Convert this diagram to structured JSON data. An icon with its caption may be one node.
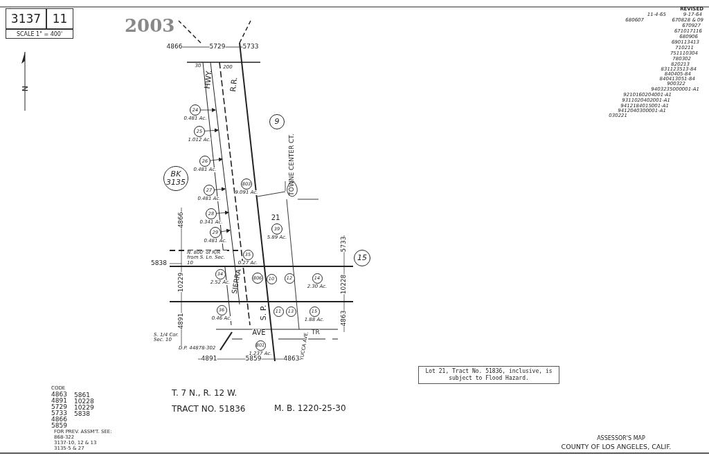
{
  "diagram": {
    "nodes": [
      {
        "text": [
          "24"
        ],
        "beside": [
          "0.481 Ac."
        ]
      },
      {
        "text": [
          "9"
        ]
      },
      {
        "text": [
          "25"
        ],
        "beside": [
          "1.012 Ac."
        ]
      },
      {
        "text": [
          "26"
        ],
        "beside": [
          "0.481 Ac."
        ]
      },
      {
        "text": [
          "BK 3135"
        ]
      },
      {
        "text": [
          "27"
        ],
        "beside": [
          "0.481 Ac."
        ]
      },
      {
        "text": [
          "803"
        ],
        "beside": [
          "9.091 Ac."
        ]
      },
      {
        "text": [
          "28"
        ],
        "beside": [
          "0.341 Ac."
        ]
      },
      {
        "text": [
          "39"
        ],
        "beside": [
          "5.89 Ac."
        ]
      },
      {
        "text": [
          "29"
        ],
        "beside": [
          "0.481 Ac."
        ]
      },
      {
        "text": [
          "35"
        ],
        "beside": [
          "0.27 Ac."
        ]
      },
      {
        "text": [
          "15"
        ]
      },
      {
        "text": [
          "34"
        ],
        "beside": [
          "2.52 Ac."
        ]
      },
      {
        "text": [
          "806"
        ]
      },
      {
        "text": [
          "10"
        ]
      },
      {
        "text": [
          "12"
        ]
      },
      {
        "text": [
          "14"
        ],
        "beside": [
          "2.30 Ac."
        ]
      },
      {
        "text": [
          "36"
        ],
        "beside": [
          "0.46 Ac."
        ]
      },
      {
        "text": [
          "11"
        ]
      },
      {
        "text": [
          "13"
        ]
      },
      {
        "text": [
          "15"
        ],
        "beside": [
          "1.88 Ac."
        ]
      },
      {
        "text": [
          "801"
        ],
        "beside": [
          "1.237 Ac."
        ]
      },
      {
        "text": [
          "Lot 21, Tract No. 51836, inclusive, is subject to Flood Hazard."
        ]
      }
    ],
    "edges": [
      {
        "from": 0,
        "to": null,
        "arrow": "to"
      },
      {
        "from": 2,
        "to": null,
        "arrow": "to"
      },
      {
        "from": 3,
        "to": null,
        "arrow": "to"
      },
      {
        "from": 5,
        "to": null,
        "arrow": "to"
      },
      {
        "from": 7,
        "to": null,
        "arrow": "to"
      },
      {
        "from": 9,
        "to": null,
        "arrow": "to"
      }
    ],
    "labels": [
      "3137",
      "11",
      "SCALE 1\" = 400'",
      "2003",
      "N",
      "REVISED",
      "11-4-65",
      "9-17-64",
      "680607",
      "670828 & 09",
      "670927",
      "671017116",
      "680906",
      "690113413",
      "710211",
      "751110304",
      "780302",
      "820213",
      "831123513-84",
      "840405-84",
      "840413051-84",
      "900322",
      "9403235000001-A1",
      "9210160204001-A1",
      "9311020402001-A1",
      "9412184015001-A1",
      "9412040300001-A1",
      "030221",
      "4866",
      "5729",
      "5733",
      "30",
      "200",
      "HWY.",
      "R.R.",
      "TOWNE CENTER CT.",
      "21",
      "4866",
      "5838",
      "N. 800' of R/R from S. Ln. Sec. 10",
      "SIERRA",
      "S. P.",
      "10229",
      "4891",
      "5733",
      "10228",
      "4863",
      "S. 1/4 Cor. Sec. 10",
      "D.P. 44878-302",
      "AVE",
      "TR",
      "YUCCA AVE.",
      "4891",
      "5859",
      "4863",
      "CODE",
      "4863",
      "5861",
      "4891",
      "10228",
      "5729",
      "10229",
      "5733",
      "5838",
      "4866",
      "5859",
      "T. 7 N., R. 12 W.",
      "TRACT NO. 51836",
      "M. B. 1220-25-30",
      "FOR PREV. ASSM'T. SEE:",
      "868-322",
      "3137-10, 12 & 13",
      "3135-5 & 27",
      "ASSESSOR'S MAP",
      "COUNTY OF LOS ANGELES, CALIF."
    ]
  }
}
